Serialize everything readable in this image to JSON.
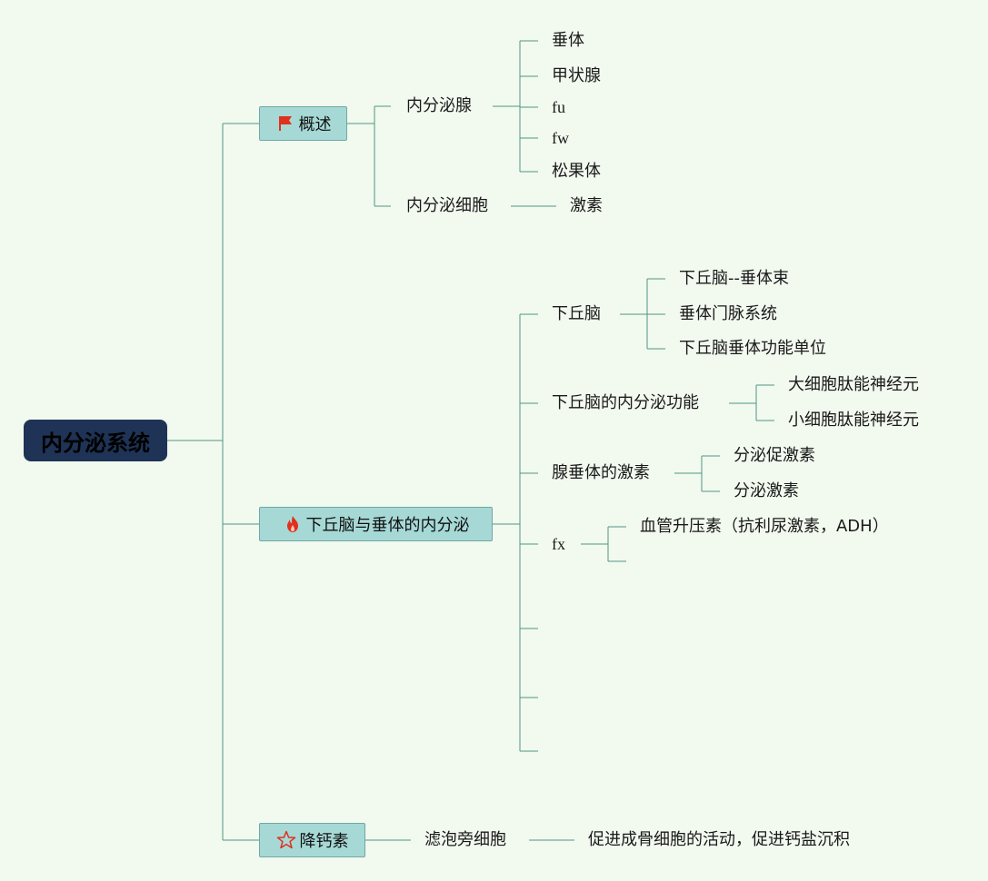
{
  "root": {
    "label": "内分泌系统"
  },
  "topics": {
    "overview": {
      "label": "概述",
      "icon": "red-flag-icon"
    },
    "hypothalamus": {
      "label": "下丘脑与垂体的内分泌",
      "icon": "fire-icon"
    },
    "calcitonin": {
      "label": "降钙素",
      "icon": "star-outline-icon"
    }
  },
  "overview": {
    "gland": {
      "label": "内分泌腺",
      "children": [
        "垂体",
        "甲状腺",
        "fu",
        "fw",
        "松果体"
      ]
    },
    "cell": {
      "label": "内分泌细胞",
      "children": [
        "激素"
      ]
    }
  },
  "hypo": {
    "h1": {
      "label": "下丘脑",
      "children": [
        "下丘脑--垂体束",
        "垂体门脉系统",
        "下丘脑垂体功能单位"
      ]
    },
    "h2": {
      "label": "下丘脑的内分泌功能",
      "children": [
        "大细胞肽能神经元",
        "小细胞肽能神经元"
      ]
    },
    "h3": {
      "label": "腺垂体的激素",
      "children": [
        "分泌促激素",
        "分泌激素"
      ]
    },
    "h4": {
      "label": "fx",
      "children": [
        "血管升压素（抗利尿激素，ADH）"
      ]
    }
  },
  "calc": {
    "c1": {
      "label": "滤泡旁细胞",
      "children": [
        "促进成骨细胞的活动，促进钙盐沉积"
      ]
    }
  },
  "colors": {
    "background": "#f2f9ef",
    "root_fill": "#1e3355",
    "topic_fill": "#a6d9d6",
    "line": "#4f9686",
    "icon_red": "#e0301e"
  }
}
